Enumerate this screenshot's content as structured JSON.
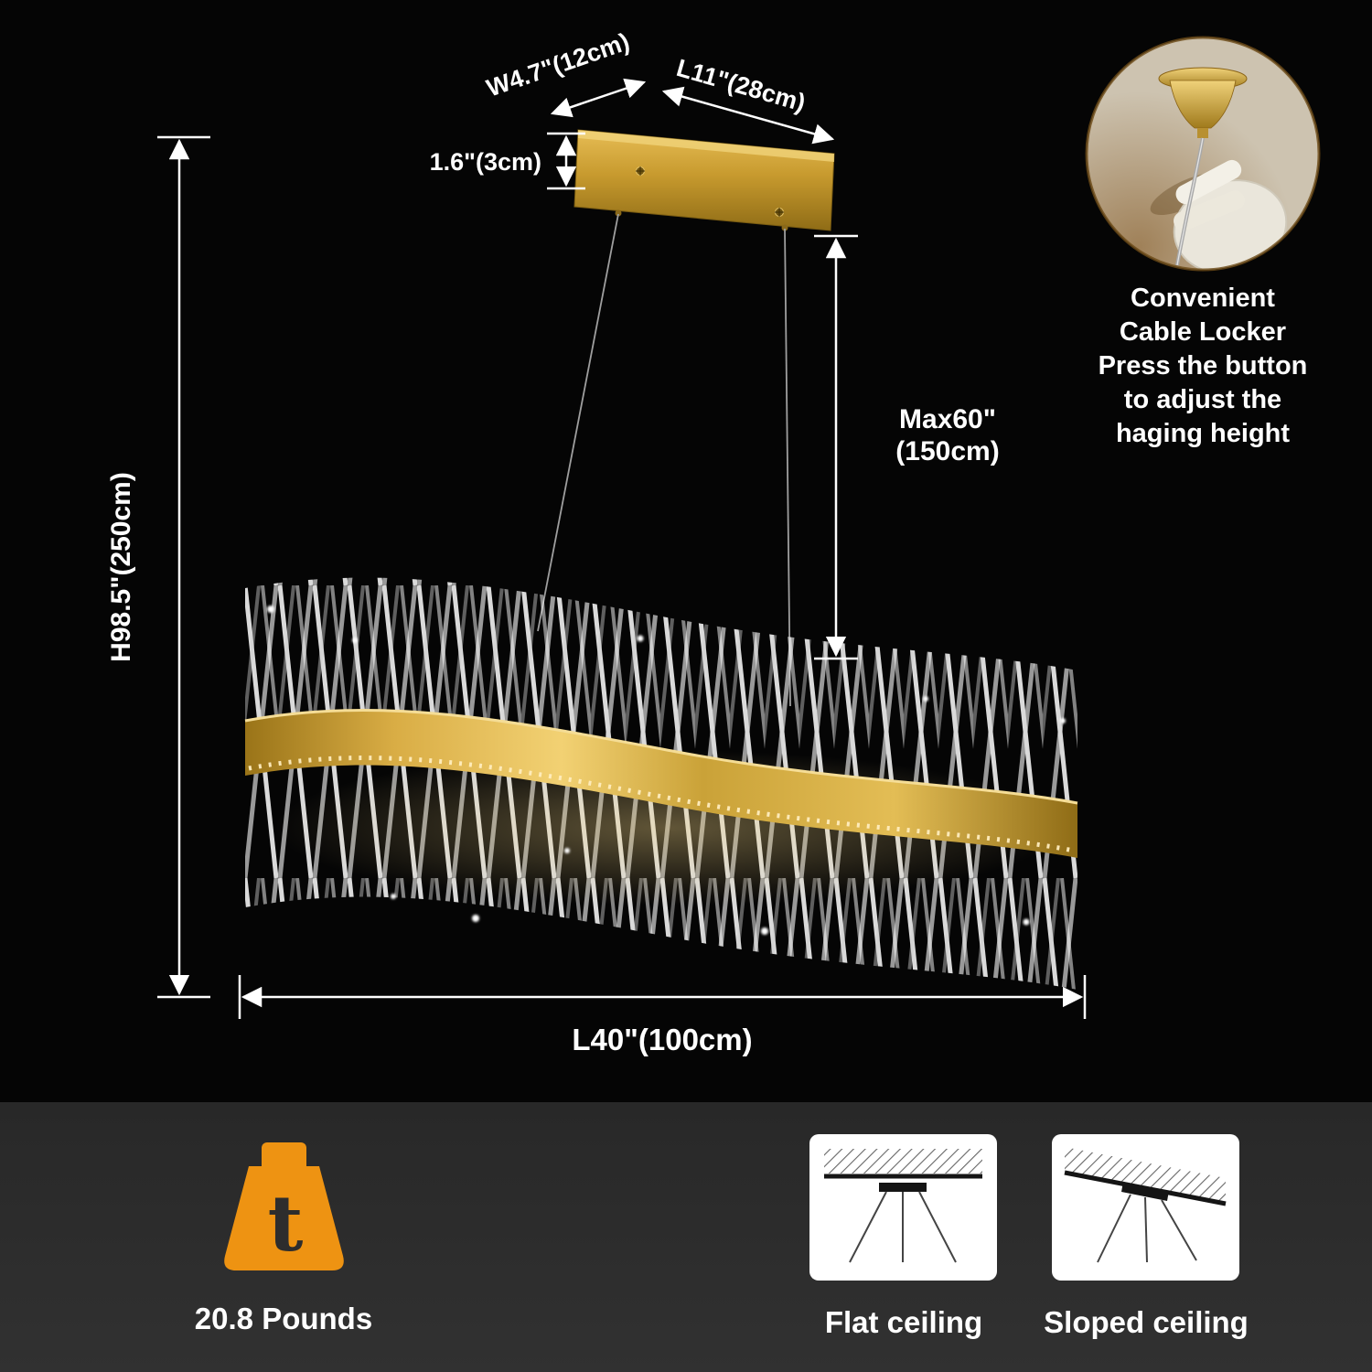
{
  "colors": {
    "background": "#050505",
    "footer_background": "#2d2d2d",
    "gold": "#c9982f",
    "orange": "#ee9312",
    "text": "#ffffff"
  },
  "diagram": {
    "canopy_width_label": "W4.7\"(12cm)",
    "canopy_length_label": "L11\"(28cm)",
    "canopy_height_label": "1.6\"(3cm)",
    "max_drop_label_line1": "Max60\"",
    "max_drop_label_line2": "(150cm)",
    "overall_height_label": "H98.5\"(250cm)",
    "fixture_length_label": "L40\"(100cm)"
  },
  "inset": {
    "caption_lines": [
      "Convenient",
      "Cable Locker",
      "Press the button",
      "to adjust the",
      "haging height"
    ]
  },
  "footer": {
    "weight_value": "20.8 Pounds",
    "weight_icon_glyph": "t",
    "flat_ceiling_label": "Flat ceiling",
    "sloped_ceiling_label": "Sloped ceiling"
  }
}
